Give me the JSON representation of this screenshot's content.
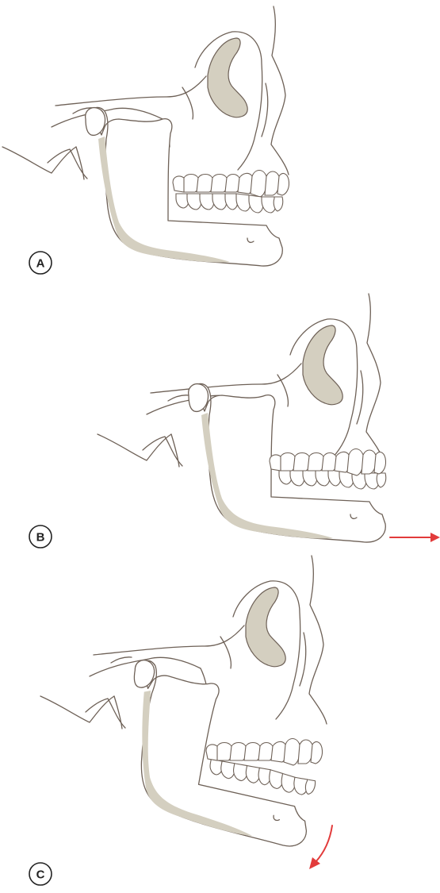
{
  "panels": [
    {
      "label": "A"
    },
    {
      "label": "B"
    },
    {
      "label": "C"
    }
  ],
  "colors": {
    "bone_shade": "#d4cfc0",
    "outline": "#6e6157",
    "motion_arrow": "#e23b3b"
  }
}
